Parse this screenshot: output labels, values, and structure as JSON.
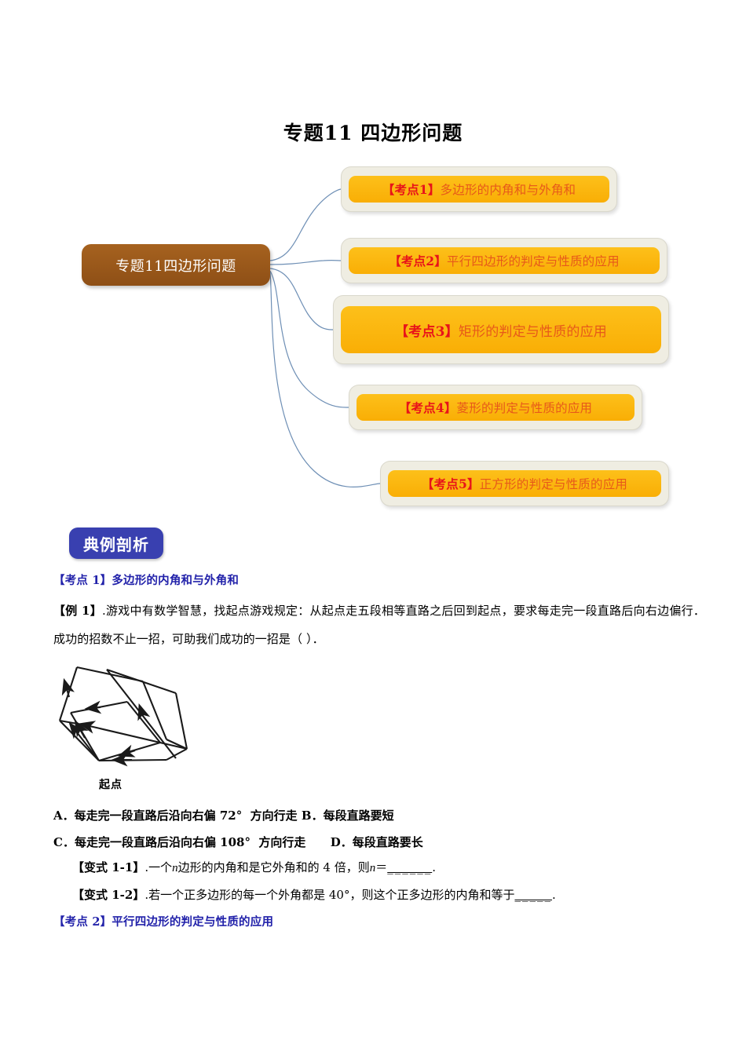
{
  "page": {
    "title": "专题11  四边形问题"
  },
  "mindmap": {
    "root": "专题11四边形问题",
    "nodes": [
      {
        "tag": "【考点1】",
        "label": "多边形的内角和与外角和"
      },
      {
        "tag": "【考点2】",
        "label": "平行四边形的判定与性质的应用"
      },
      {
        "tag": "【考点3】",
        "label": "矩形的判定与性质的应用"
      },
      {
        "tag": "【考点4】",
        "label": "菱形的判定与性质的应用"
      },
      {
        "tag": "【考点5】",
        "label": "正方形的判定与性质的应用"
      }
    ],
    "colors": {
      "root_fill": "#9C5A1C",
      "node_fill": "#FBB711",
      "node_frame": "#EFEDE2",
      "tag_color": "#E8131A",
      "label_color": "#E7591A",
      "connector": "#6E8FB5"
    }
  },
  "section": {
    "badge": "典例剖析",
    "badge_color": "#3940B0"
  },
  "kp1": {
    "heading_tag": "【考点 1】",
    "heading_label": "多边形的内角和与外角和",
    "example_lead": "【例 1】",
    "example_text": ".游戏中有数学智慧，找起点游戏规定：从起点走五段相等直路之后回到起点，要求每走完一段直路后向右边偏行．成功的招数不止一招，可助我们成功的一招是（      ）．",
    "figure_label": "起点",
    "choice_line_1": "A．每走完一段直路后沿向右偏 72°  方向行走 B．每段直路要短",
    "choice_line_2": "C．每走完一段直路后沿向右偏 108°  方向行走      D．每段直路要长",
    "variant_1_lead": "【变式 1-1】",
    "variant_1_a": ".一个",
    "variant_1_var": "n",
    "variant_1_b": "边形的内角和是它外角和的 4 倍，则",
    "variant_1_var2": "n",
    "variant_1_c": "＝",
    "variant_1_blank": "______",
    "variant_1_end": ".",
    "variant_2_lead": "【变式 1-2】",
    "variant_2_text": ".若一个正多边形的每一个外角都是 40°，则这个正多边形的内角和等于",
    "variant_2_blank": "_____",
    "variant_2_end": "."
  },
  "kp2": {
    "heading_tag": "【考点 2】",
    "heading_label": "平行四边形的判定与性质的应用"
  }
}
